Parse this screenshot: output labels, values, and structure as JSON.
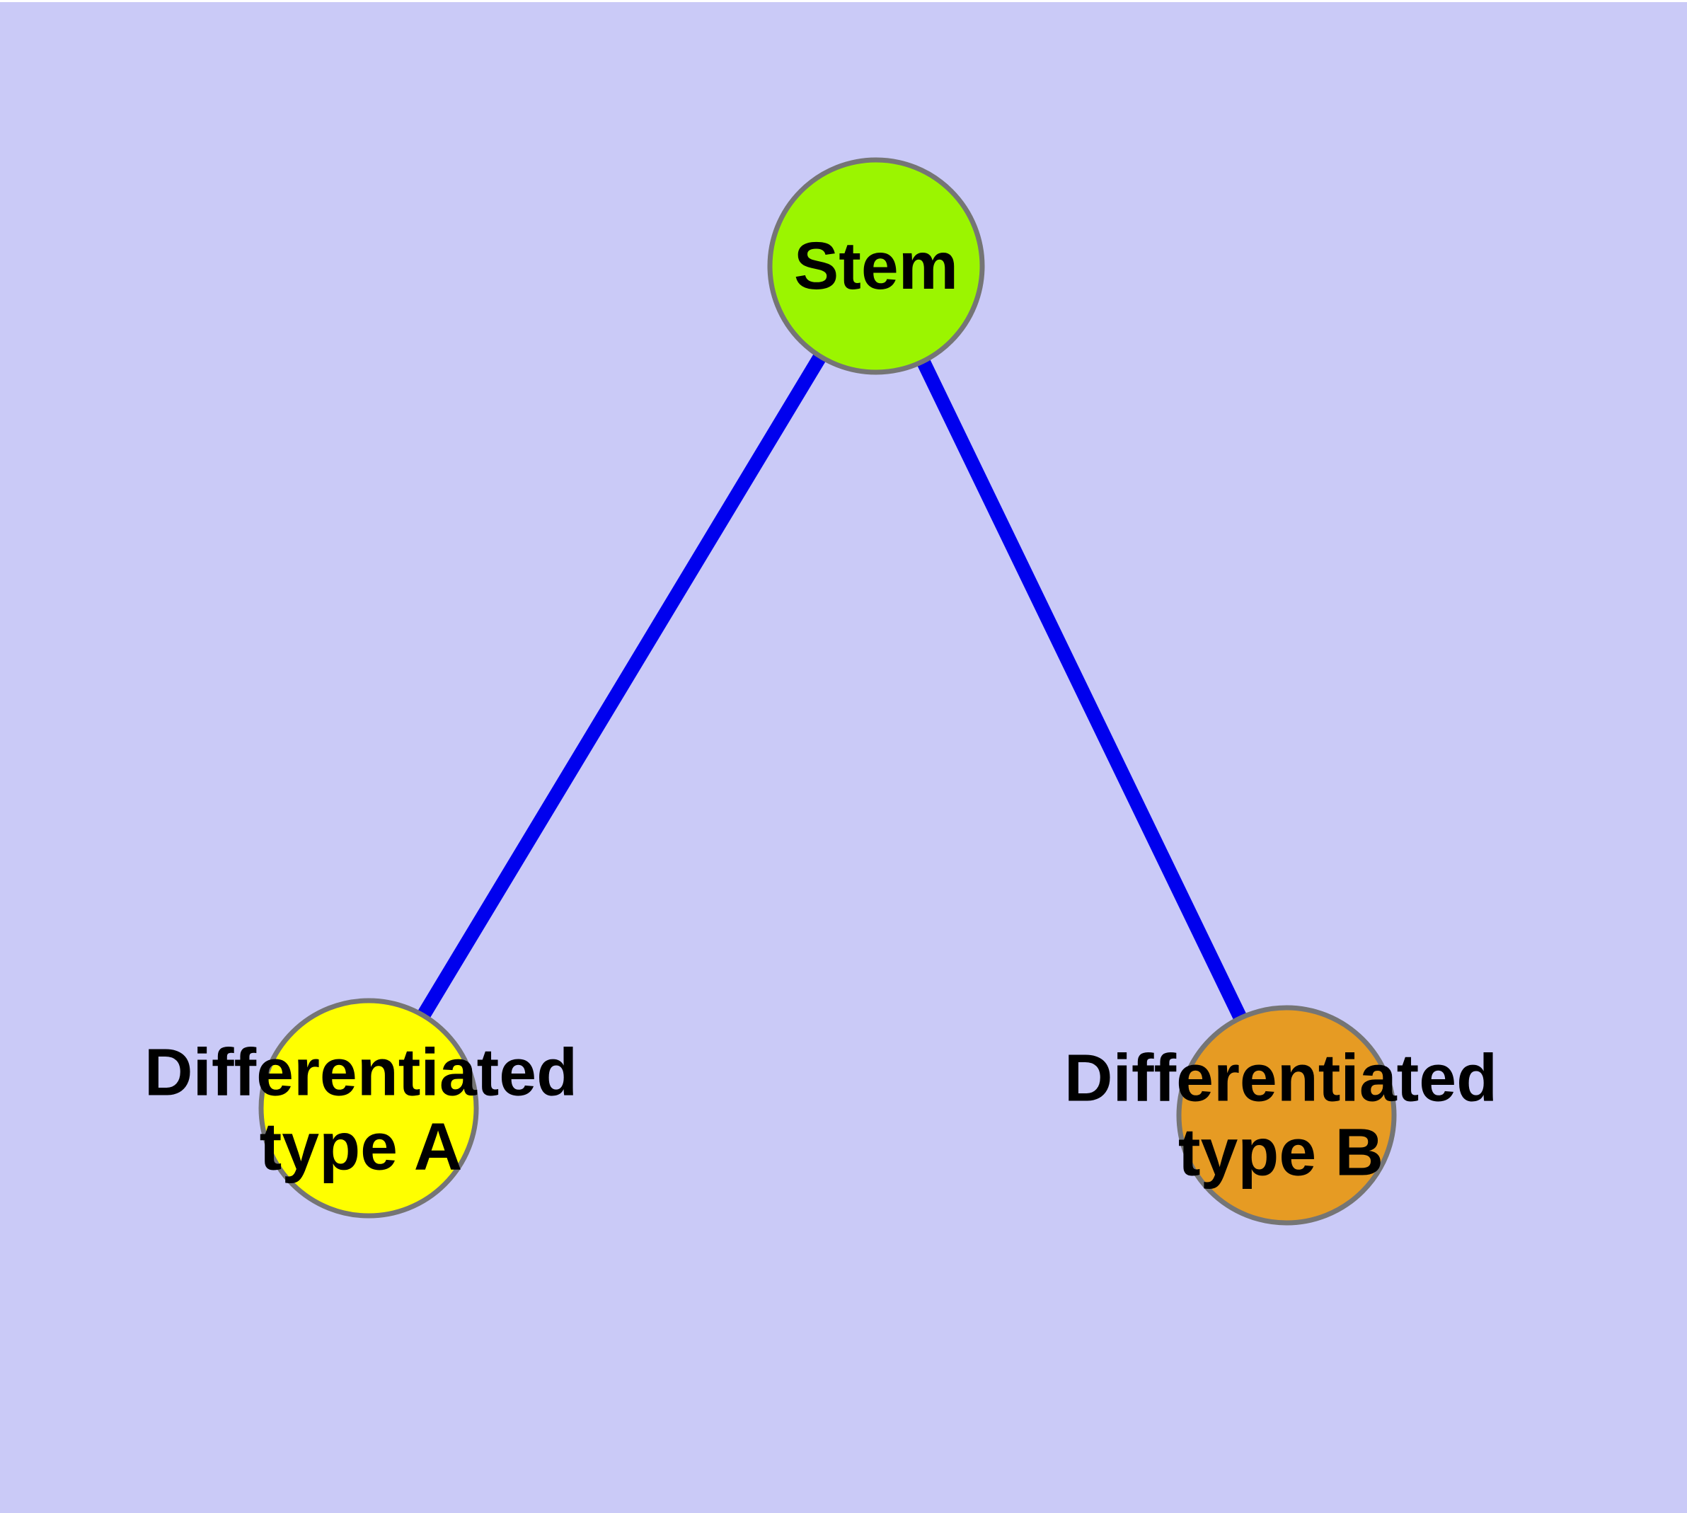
{
  "canvas": {
    "background": "#CACAF7",
    "top_margin_color": "#FFFFFF"
  },
  "nodes": {
    "stem": {
      "label": "Stem",
      "color": "#9BF500"
    },
    "type_a": {
      "label": "Differentiated\ntype A",
      "color": "#FFFF00"
    },
    "type_b": {
      "label": "Differentiated\ntype B",
      "color": "#E69B23"
    }
  },
  "edges": {
    "color": "#0000EE",
    "connections": [
      {
        "from": "Stem",
        "to": "Differentiated type A"
      },
      {
        "from": "Stem",
        "to": "Differentiated type B"
      }
    ]
  },
  "style": {
    "node_border_color": "#757575",
    "label_color": "#000000"
  }
}
